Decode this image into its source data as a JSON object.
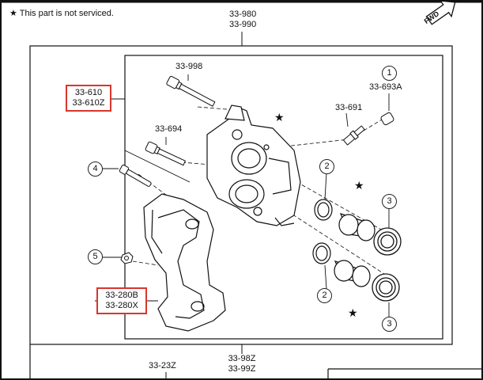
{
  "note": {
    "star": "★",
    "text": "This part is not serviced."
  },
  "fwd_label": "FWD",
  "parts": {
    "assembly_top": [
      "33-980",
      "33-990"
    ],
    "assembly_bottom": [
      "33-98Z",
      "33-99Z"
    ],
    "bottom_left": "33-23Z",
    "bolt_long": "33-998",
    "bolt_short": "33-694",
    "bleeder": "33-691",
    "bleeder_cap": "33-693A",
    "caliper": [
      "33-610",
      "33-610Z"
    ],
    "bracket": [
      "33-280B",
      "33-280X"
    ]
  },
  "callouts": [
    "1",
    "2",
    "2",
    "3",
    "3",
    "4",
    "5"
  ],
  "stars": [
    "★",
    "★",
    "★"
  ],
  "colors": {
    "highlight": "#d9352b",
    "line": "#111111"
  }
}
